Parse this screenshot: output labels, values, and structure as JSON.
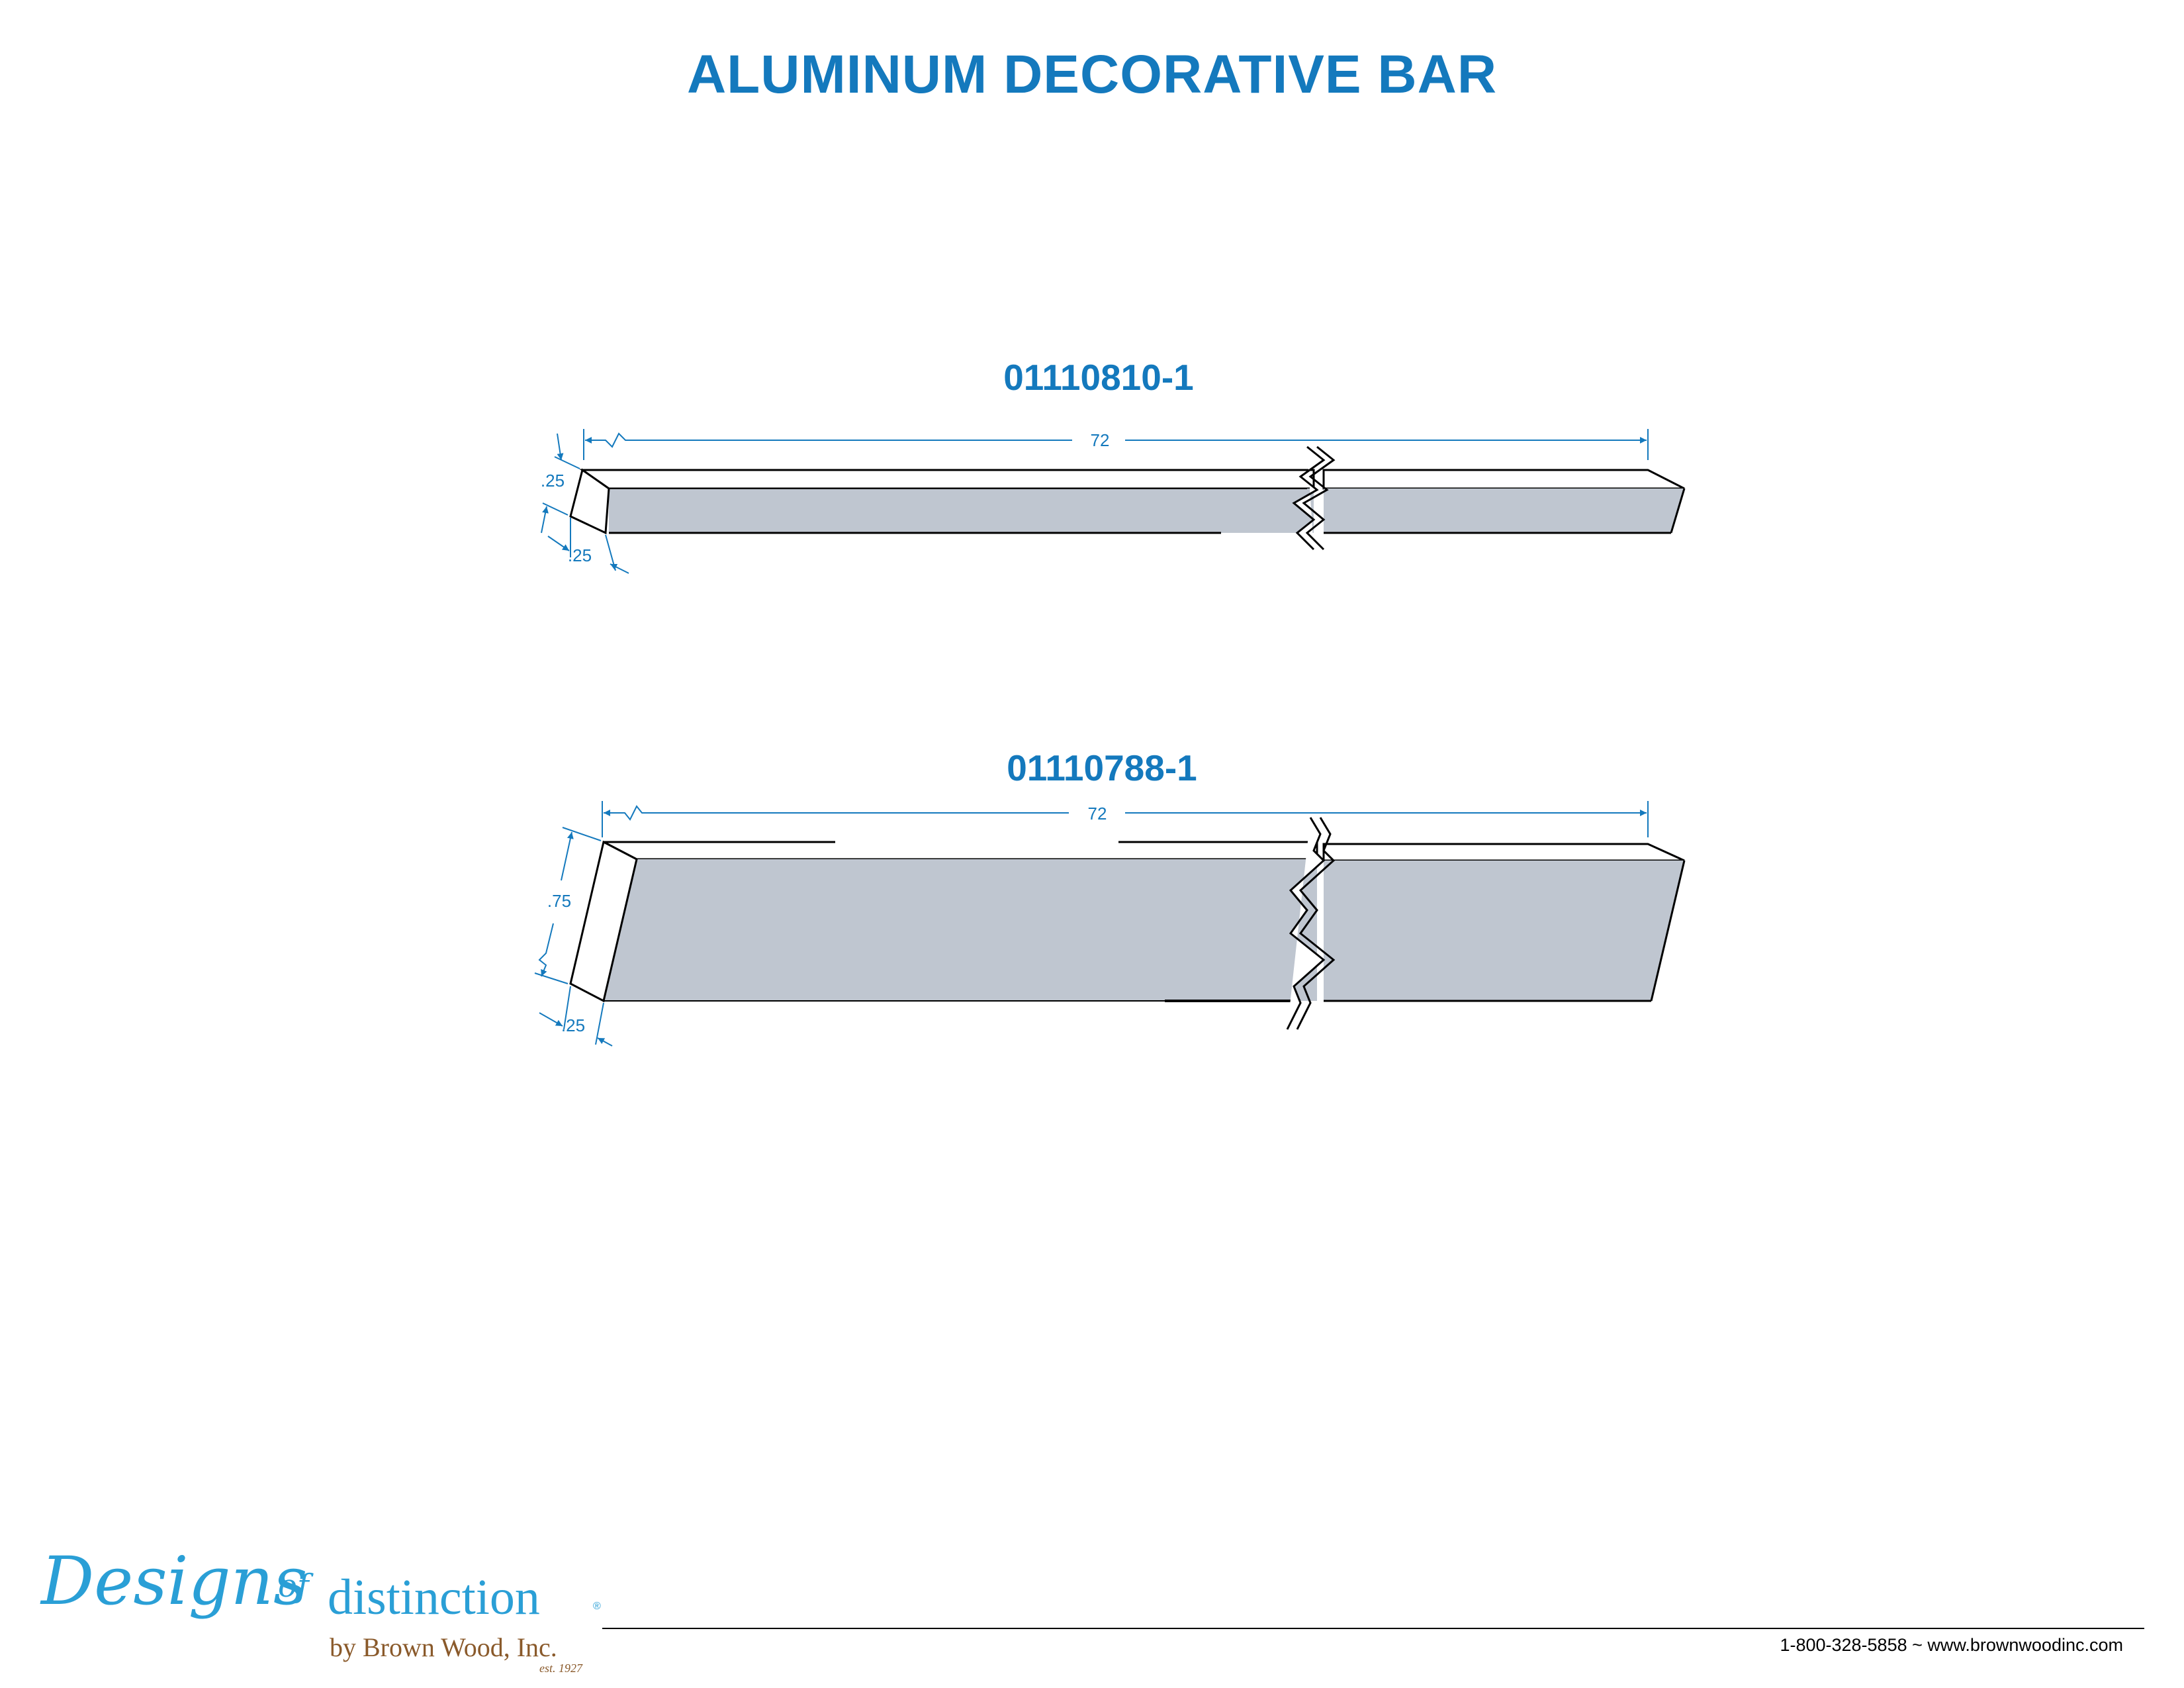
{
  "title": "ALUMINUM DECORATIVE BAR",
  "parts": [
    {
      "part_number": "01110810-1",
      "length": "72",
      "height": ".25",
      "width": ".25"
    },
    {
      "part_number": "01110788-1",
      "length": "72",
      "height": ".75",
      "width": ".25"
    }
  ],
  "logo": {
    "script": "Designs",
    "of": "of",
    "distinction": "distinction",
    "registered": "®",
    "by": "by Brown Wood, Inc.",
    "est": "est. 1927"
  },
  "footer": {
    "contact": "1-800-328-5858 ~ www.brownwoodinc.com"
  },
  "colors": {
    "accent": "#1479bd",
    "bar_face": "#bfc6d0",
    "bar_end": "#ffffff"
  }
}
